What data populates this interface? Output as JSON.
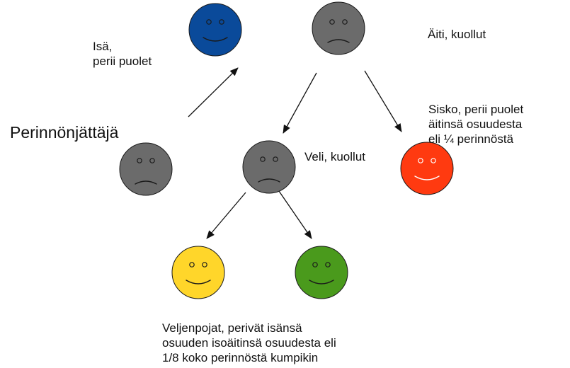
{
  "people": [
    {
      "id": "isa",
      "color": "#0a4a9a",
      "mood": "happy",
      "eye": "#1a1a1a"
    },
    {
      "id": "aiti",
      "color": "#6b6b6b",
      "mood": "sad",
      "eye": "#1a1a1a"
    },
    {
      "id": "perittava",
      "color": "#6b6b6b",
      "mood": "sad",
      "eye": "#1a1a1a"
    },
    {
      "id": "veli",
      "color": "#6b6b6b",
      "mood": "sad",
      "eye": "#1a1a1a"
    },
    {
      "id": "sisko",
      "color": "#ff3a10",
      "mood": "happy",
      "eye": "#ffffff"
    },
    {
      "id": "veljenpoika1",
      "color": "#ffd62a",
      "mood": "happy",
      "eye": "#1a1a1a"
    },
    {
      "id": "veljenpoika2",
      "color": "#4a9a1c",
      "mood": "happy",
      "eye": "#1a1a1a"
    }
  ],
  "labels": {
    "isa": "Isä,\nperii puolet",
    "aiti": "Äiti, kuollut",
    "perinnonjattaja": "Perinnönjättäjä",
    "veli": "Veli, kuollut",
    "sisko": "Sisko, perii puolet\n äitinsä osuudesta\neli ¼ perinnöstä",
    "veljenpojat": "Veljenpojat, perivät isänsä\nosuuden isoäitinsä osuudesta eli\n1/8 koko perinnöstä kumpikin"
  },
  "colors": {
    "arrow": "#111111"
  }
}
